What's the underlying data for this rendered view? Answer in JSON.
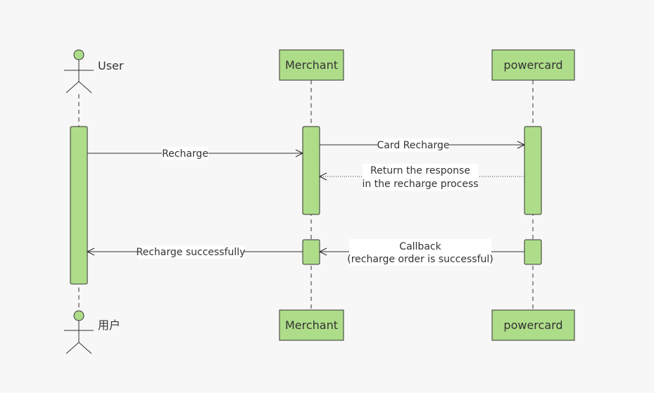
{
  "colors": {
    "background": "#f7f7f7",
    "fill": "#aedd89",
    "stroke": "#333333",
    "label_background": "#ffffff"
  },
  "participants": {
    "user_top": "User",
    "user_bottom": "用户",
    "merchant_top": "Merchant",
    "merchant_bottom": "Merchant",
    "powercard_top": "powercard",
    "powercard_bottom": "powercard"
  },
  "messages": {
    "recharge": "Recharge",
    "card_recharge": "Card Recharge",
    "return_response_line1": "Return the response",
    "return_response_line2": "in the recharge process",
    "callback_line1": "Callback",
    "callback_line2": "(recharge order is successful)",
    "recharge_successfully": "Recharge successfully"
  }
}
